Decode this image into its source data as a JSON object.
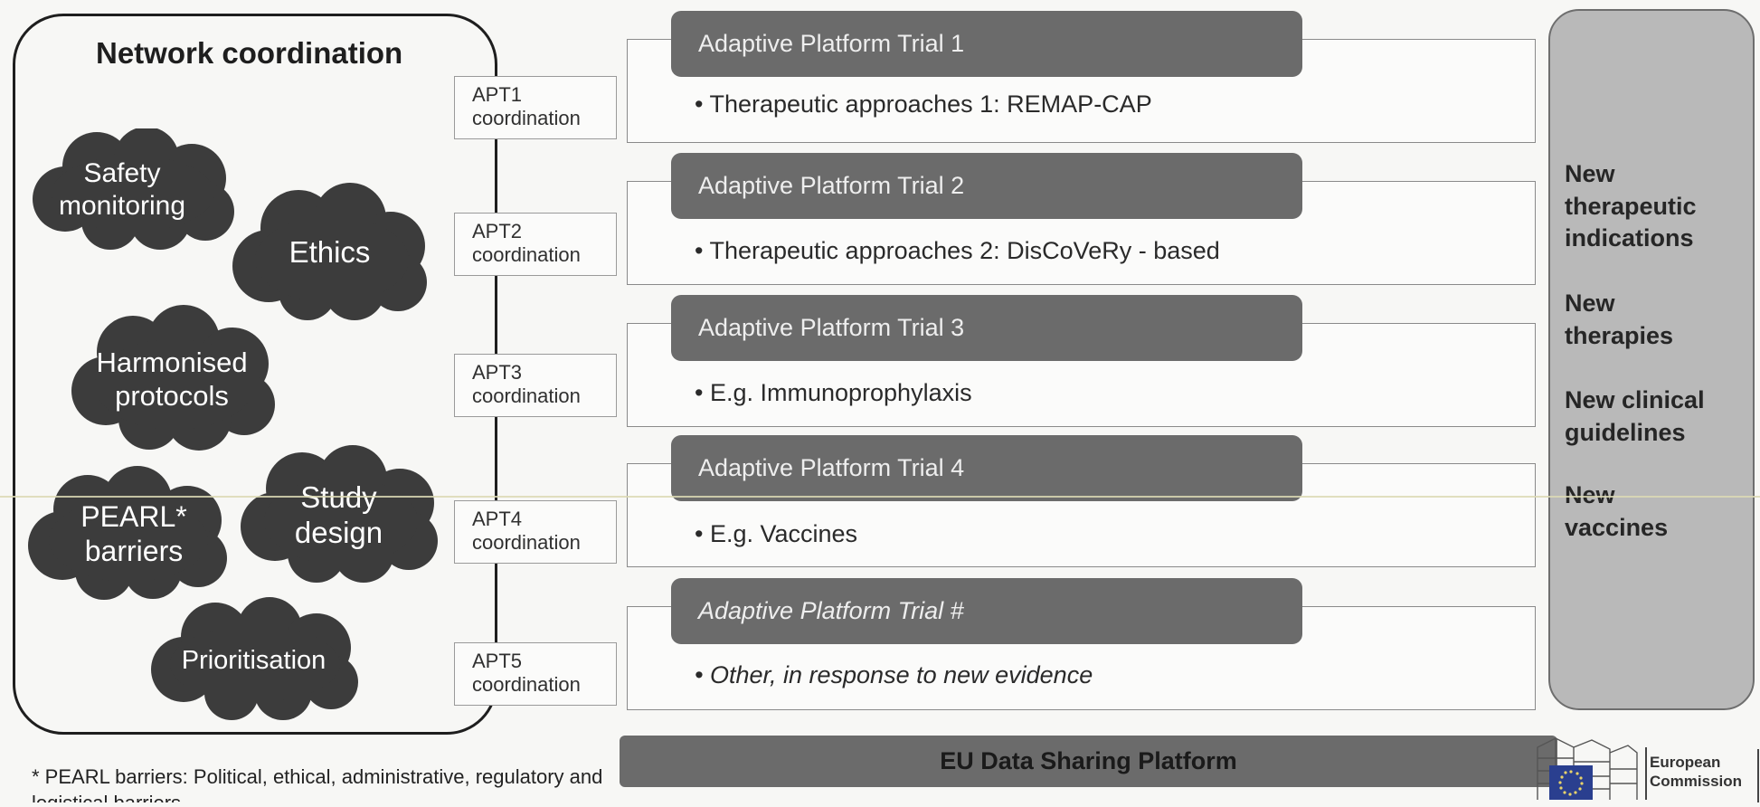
{
  "network": {
    "title": "Network coordination",
    "clouds": [
      {
        "id": "safety",
        "label": "Safety\nmonitoring"
      },
      {
        "id": "ethics",
        "label": "Ethics"
      },
      {
        "id": "harmonised",
        "label": "Harmonised\nprotocols"
      },
      {
        "id": "pearl",
        "label": "PEARL*\nbarriers"
      },
      {
        "id": "study",
        "label": "Study\ndesign"
      },
      {
        "id": "prioritisation",
        "label": "Prioritisation"
      }
    ]
  },
  "coordination": [
    {
      "line1": "APT1",
      "line2": "coordination"
    },
    {
      "line1": "APT2",
      "line2": "coordination"
    },
    {
      "line1": "APT3",
      "line2": "coordination"
    },
    {
      "line1": "APT4",
      "line2": "coordination"
    },
    {
      "line1": "APT5",
      "line2": "coordination"
    }
  ],
  "trials": [
    {
      "title": "Adaptive Platform Trial 1",
      "bullet": "• Therapeutic approaches 1: REMAP-CAP"
    },
    {
      "title": "Adaptive Platform Trial 2",
      "bullet": "• Therapeutic approaches 2: DisCoVeRy - based"
    },
    {
      "title": "Adaptive Platform Trial 3",
      "bullet": "• E.g. Immunoprophylaxis"
    },
    {
      "title": "Adaptive Platform Trial 4",
      "bullet": "• E.g. Vaccines"
    },
    {
      "title": "Adaptive Platform Trial #",
      "bullet": "• Other, in response to new evidence"
    }
  ],
  "outcomes": [
    "New\ntherapeutic\nindications",
    "New\ntherapies",
    "New clinical\nguidelines",
    "New\nvaccines"
  ],
  "eu_platform": "EU Data Sharing Platform",
  "footnote": "* PEARL barriers: Political, ethical, administrative, regulatory and logistical barriers",
  "logo": {
    "text": "European\nCommission",
    "flag_color": "#2a3f8f"
  },
  "colors": {
    "cloud": "#3c3c3c",
    "header": "#6b6b6b",
    "panel": "#b9b9b9"
  }
}
